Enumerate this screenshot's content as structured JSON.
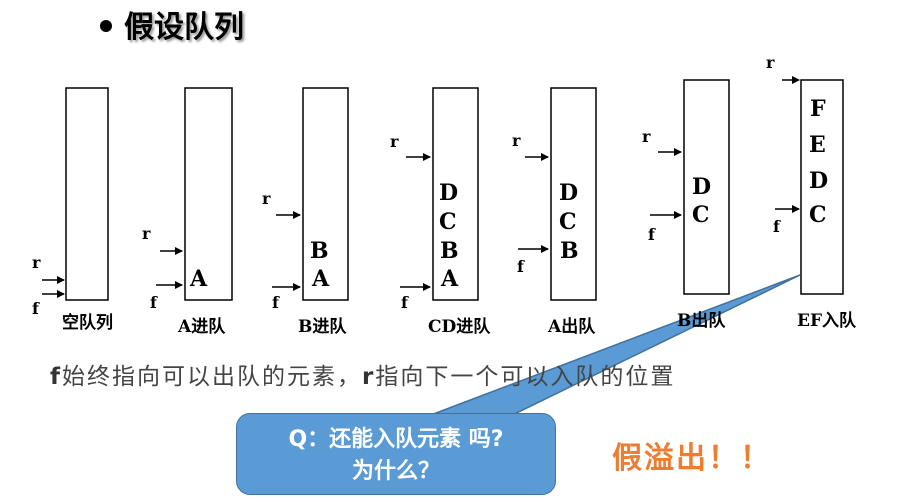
{
  "title": "假设队列",
  "pointers": {
    "rear": "r",
    "front": "f"
  },
  "queues": [
    {
      "caption": "空队列",
      "elements": []
    },
    {
      "caption": "A进队",
      "elements": [
        "A"
      ]
    },
    {
      "caption": "B进队",
      "elements": [
        "B",
        "A"
      ]
    },
    {
      "caption": "CD进队",
      "elements": [
        "D",
        "C",
        "B",
        "A"
      ]
    },
    {
      "caption": "A出队",
      "elements": [
        "D",
        "C",
        "B"
      ]
    },
    {
      "caption": "B出队",
      "elements": [
        "D",
        "C"
      ]
    },
    {
      "caption": "EF入队",
      "elements": [
        "F",
        "E",
        "D",
        "C"
      ]
    }
  ],
  "note": {
    "f_part": "f",
    "text1": "始终指向可以出队的元素，",
    "r_part": "r",
    "text2": "指向下一个可以入队的位置"
  },
  "callout": {
    "line1": "Q：还能入队元素 吗?",
    "line2": "为什么？"
  },
  "overflow_label": "假溢出！！",
  "colors": {
    "callout_fill": "#5b9bd5",
    "overflow_text": "#ed7d31"
  }
}
